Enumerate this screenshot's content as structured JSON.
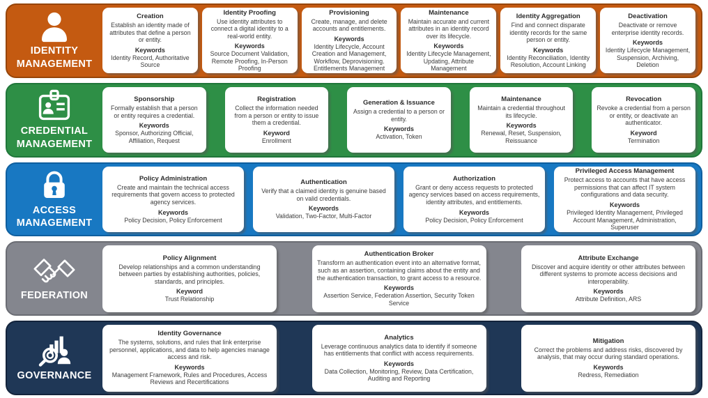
{
  "bands": [
    {
      "id": "identity-management",
      "label": "IDENTITY\nMANAGEMENT",
      "color": "#C45A11",
      "border_color": "#964509",
      "icon": "person-icon",
      "cards": [
        {
          "title": "Creation",
          "desc": "Establish an identity made of attributes that define a person or entity.",
          "kw_label": "Keywords",
          "keywords": "Identity Record, Authoritative Source"
        },
        {
          "title": "Identity Proofing",
          "desc": "Use identity attributes to connect a digital identity to a real-world entity.",
          "kw_label": "Keywords",
          "keywords": "Source Document Validation, Remote Proofing, In-Person Proofing"
        },
        {
          "title": "Provisioning",
          "desc": "Create, manage, and delete accounts and entitlements.",
          "kw_label": "Keywords",
          "keywords": "Identity Lifecycle, Account Creation and Management, Workflow, Deprovisioning. Entitlements Management"
        },
        {
          "title": "Maintenance",
          "desc": "Maintain accurate and current attributes in an identity record over its lifecycle.",
          "kw_label": "Keywords",
          "keywords": "Identity Lifecycle Management, Updating, Attribute Management"
        },
        {
          "title": "Identity Aggregation",
          "desc": "Find and connect disparate identity records for the same person or entity.",
          "kw_label": "Keywords",
          "keywords": "Identity Reconciliation, Identity Resolution, Account Linking"
        },
        {
          "title": "Deactivation",
          "desc": "Deactivate or remove enterprise identity records.",
          "kw_label": "Keywords",
          "keywords": "Identity Lifecycle Management, Suspension, Archiving, Deletion"
        }
      ]
    },
    {
      "id": "credential-management",
      "label": "CREDENTIAL\nMANAGEMENT",
      "color": "#2E8F46",
      "border_color": "#20763A",
      "icon": "id-badge-icon",
      "cards": [
        {
          "title": "Sponsorship",
          "desc": "Formally establish that a person or entity requires a credential.",
          "kw_label": "Keywords",
          "keywords": "Sponsor, Authorizing Official, Affiliation, Request"
        },
        {
          "title": "Registration",
          "desc": "Collect the information needed from a person or entity to issue them a credential.",
          "kw_label": "Keyword",
          "keywords": "Enrollment"
        },
        {
          "title": "Generation & Issuance",
          "desc": "Assign a credential to a person or entity.",
          "kw_label": "Keywords",
          "keywords": "Activation, Token"
        },
        {
          "title": "Maintenance",
          "desc": "Maintain a credential throughout its lifecycle.",
          "kw_label": "Keywords",
          "keywords": "Renewal, Reset, Suspension, Reissuance"
        },
        {
          "title": "Revocation",
          "desc": "Revoke a credential from a person or entity, or deactivate an authenticator.",
          "kw_label": "Keyword",
          "keywords": "Termination"
        }
      ]
    },
    {
      "id": "access-management",
      "label": "ACCESS\nMANAGEMENT",
      "color": "#1878C2",
      "border_color": "#0F5F9F",
      "icon": "padlock-icon",
      "cards": [
        {
          "title": "Policy Administration",
          "desc": "Create and maintain the technical access requirements that govern access to protected agency services.",
          "kw_label": "Keywords",
          "keywords": "Policy Decision, Policy Enforcement"
        },
        {
          "title": "Authentication",
          "desc": "Verify that a claimed identity is genuine based on valid credentials.",
          "kw_label": "Keywords",
          "keywords": "Validation, Two-Factor, Multi-Factor"
        },
        {
          "title": "Authorization",
          "desc": "Grant or deny access requests to protected agency services based on access requirements, identity attributes, and entitlements.",
          "kw_label": "Keywords",
          "keywords": "Policy Decision, Policy Enforcement"
        },
        {
          "title": "Privileged Access Management",
          "desc": "Protect access to accounts that have access permissions that can affect IT system configurations and data security.",
          "kw_label": "Keywords",
          "keywords": "Privileged Identity Management, Privileged Account Management, Administration, Superuser"
        }
      ]
    },
    {
      "id": "federation",
      "label": "FEDERATION",
      "color": "#84868E",
      "border_color": "#6A6C73",
      "icon": "handshake-icon",
      "cards": [
        {
          "title": "Policy Alignment",
          "desc": "Develop relationships and a common understanding between parties by establishing authorities, policies, standards, and principles.",
          "kw_label": "Keyword",
          "keywords": "Trust Relationship"
        },
        {
          "title": "Authentication Broker",
          "desc": "Transform an authentication event into an alternative format, such as an assertion, containing claims about the entity and the authentication transaction, to grant access to a resource.",
          "kw_label": "Keywords",
          "keywords": "Assertion Service, Federation Assertion, Security Token Service"
        },
        {
          "title": "Attribute Exchange",
          "desc": "Discover and acquire identity or other attributes between different systems to promote access decisions and interoperability.",
          "kw_label": "Keywords",
          "keywords": "Attribute Definition, ARS"
        }
      ]
    },
    {
      "id": "governance",
      "label": "GOVERNANCE",
      "color": "#1F3756",
      "border_color": "#13233B",
      "icon": "analytics-magnifier-icon",
      "cards": [
        {
          "title": "Identity Governance",
          "desc": "The systems, solutions, and rules that link enterprise personnel, applications, and data to help agencies manage access and risk.",
          "kw_label": "Keywords",
          "keywords": "Management Framework, Rules and Procedures, Access Reviews and Recertifications"
        },
        {
          "title": "Analytics",
          "desc": "Leverage continuous analytics data to identify if someone has entitlements that conflict with access requirements.",
          "kw_label": "Keywords",
          "keywords": "Data Collection, Monitoring, Review, Data Certification, Auditing and Reporting"
        },
        {
          "title": "Mitigation",
          "desc": "Correct the problems and address risks, discovered by analysis, that may occur during standard operations.",
          "kw_label": "Keywords",
          "keywords": "Redress, Remediation"
        }
      ]
    }
  ]
}
